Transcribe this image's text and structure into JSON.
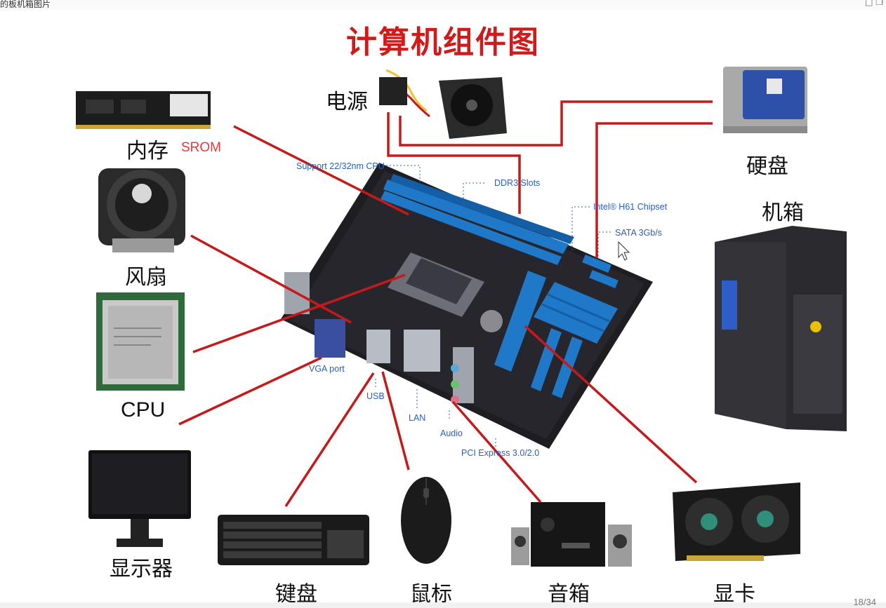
{
  "window": {
    "title": "的板机箱图片",
    "controls": "□ ❐"
  },
  "slide": {
    "title": "计算机组件图",
    "page_indicator": "18/34"
  },
  "components": {
    "ram": "内存",
    "srom": "SROM",
    "fan": "风扇",
    "cpu": "CPU",
    "monitor": "显示器",
    "keyboard": "键盘",
    "mouse": "鼠标",
    "speaker": "音箱",
    "gpu": "显卡",
    "psu": "电源",
    "hdd": "硬盘",
    "case": "机箱"
  },
  "motherboard_labels": {
    "cpu_support": "Support 22/32nm CPU",
    "ddr3": "DDR3 Slots",
    "chipset": "Intel® H61 Chipset",
    "sata": "SATA 3Gb/s",
    "vga": "VGA port",
    "usb": "USB",
    "lan": "LAN",
    "audio": "Audio",
    "pcie": "PCI Express 3.0/2.0"
  },
  "colors": {
    "title": "#d11a1a",
    "connector_lines": "#c41a1a",
    "board_label": "#2b5fb4",
    "board_pcb": "#1e1e22",
    "slot_blue": "#1f78c8"
  }
}
